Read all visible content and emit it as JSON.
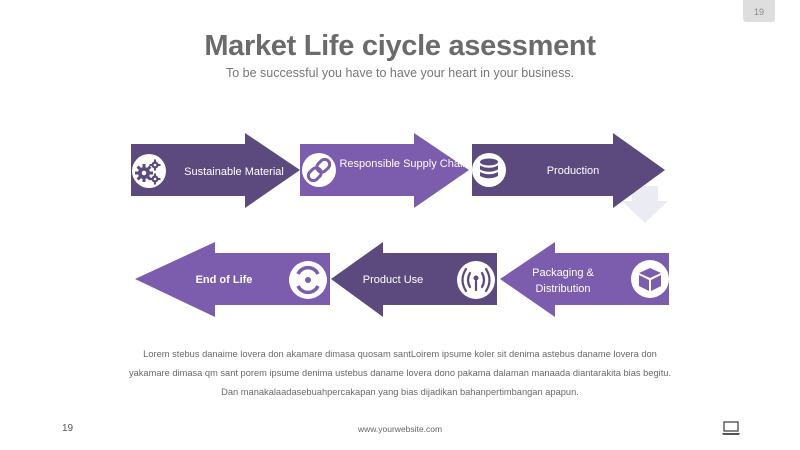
{
  "page_badge": "19",
  "title": "Market Life ciycle asessment",
  "subtitle": "To be successful you have to have your heart in your business.",
  "colors": {
    "dark_purple": "#5c4a7e",
    "light_purple": "#7c5cad",
    "title_gray": "#6b6b6b",
    "down_arrow": "#ebebf3"
  },
  "steps": [
    {
      "label": "Sustainable Material",
      "icon": "gears-icon"
    },
    {
      "label": "Responsible Supply Chain",
      "icon": "link-icon"
    },
    {
      "label": "Production",
      "icon": "database-icon"
    },
    {
      "label": "Packaging & Distribution",
      "icon": "box-icon"
    },
    {
      "label": "Product Use",
      "icon": "broadcast-icon"
    },
    {
      "label": "End of Life",
      "icon": "recycle-icon"
    }
  ],
  "body": {
    "line1": "Lorem stebus danaime lovera don akamare dimasa quosam santLoirem ipsume koler sit denima astebus daname lovera don",
    "line2": "yakamare dimasa qm sant porem ipsume denima ustebus daname lovera dono pakama dalaman manaada diantarakita bias begitu.",
    "line3": "Dan manakalaadasebuahpercakapan yang bias dijadikan bahanpertimbangan apapun."
  },
  "footer": {
    "page_number": "19",
    "website": "www.yourwebsite.com",
    "icon": "laptop-icon"
  }
}
